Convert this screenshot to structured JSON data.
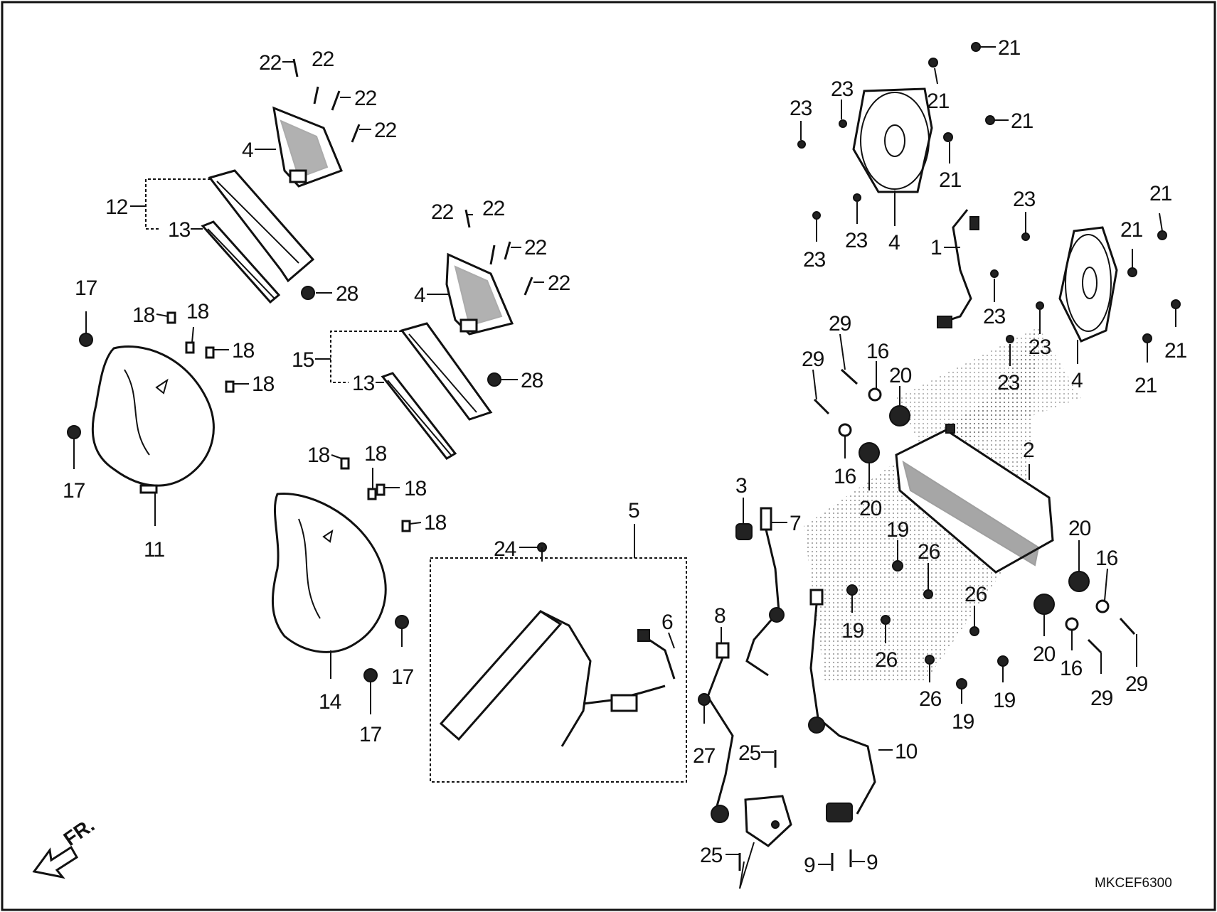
{
  "diagram_code": "MKCEF6300",
  "direction_label": "FR.",
  "callouts": {
    "c1": "1",
    "c2": "2",
    "c3": "3",
    "c4a": "4",
    "c4b": "4",
    "c4c": "4",
    "c4d": "4",
    "c5": "5",
    "c6": "6",
    "c7": "7",
    "c8": "8",
    "c9a": "9",
    "c9b": "9",
    "c10": "10",
    "c11": "11",
    "c12": "12",
    "c13a": "13",
    "c13b": "13",
    "c14": "14",
    "c15": "15",
    "c16a": "16",
    "c16b": "16",
    "c16c": "16",
    "c16d": "16",
    "c17a": "17",
    "c17b": "17",
    "c17c": "17",
    "c17d": "17",
    "c18a": "18",
    "c18b": "18",
    "c18c": "18",
    "c18d": "18",
    "c18e": "18",
    "c18f": "18",
    "c18g": "18",
    "c18h": "18",
    "c19a": "19",
    "c19b": "19",
    "c19c": "19",
    "c19d": "19",
    "c20a": "20",
    "c20b": "20",
    "c20c": "20",
    "c20d": "20",
    "c21a": "21",
    "c21b": "21",
    "c21c": "21",
    "c21d": "21",
    "c21e": "21",
    "c21f": "21",
    "c21g": "21",
    "c21h": "21",
    "c22a": "22",
    "c22b": "22",
    "c22c": "22",
    "c22d": "22",
    "c22e": "22",
    "c22f": "22",
    "c22g": "22",
    "c22h": "22",
    "c23a": "23",
    "c23b": "23",
    "c23c": "23",
    "c23d": "23",
    "c23e": "23",
    "c23f": "23",
    "c23g": "23",
    "c23h": "23",
    "c24": "24",
    "c25a": "25",
    "c25b": "25",
    "c26a": "26",
    "c26b": "26",
    "c26c": "26",
    "c26d": "26",
    "c27": "27",
    "c28a": "28",
    "c28b": "28",
    "c29a": "29",
    "c29b": "29",
    "c29c": "29",
    "c29d": "29"
  }
}
